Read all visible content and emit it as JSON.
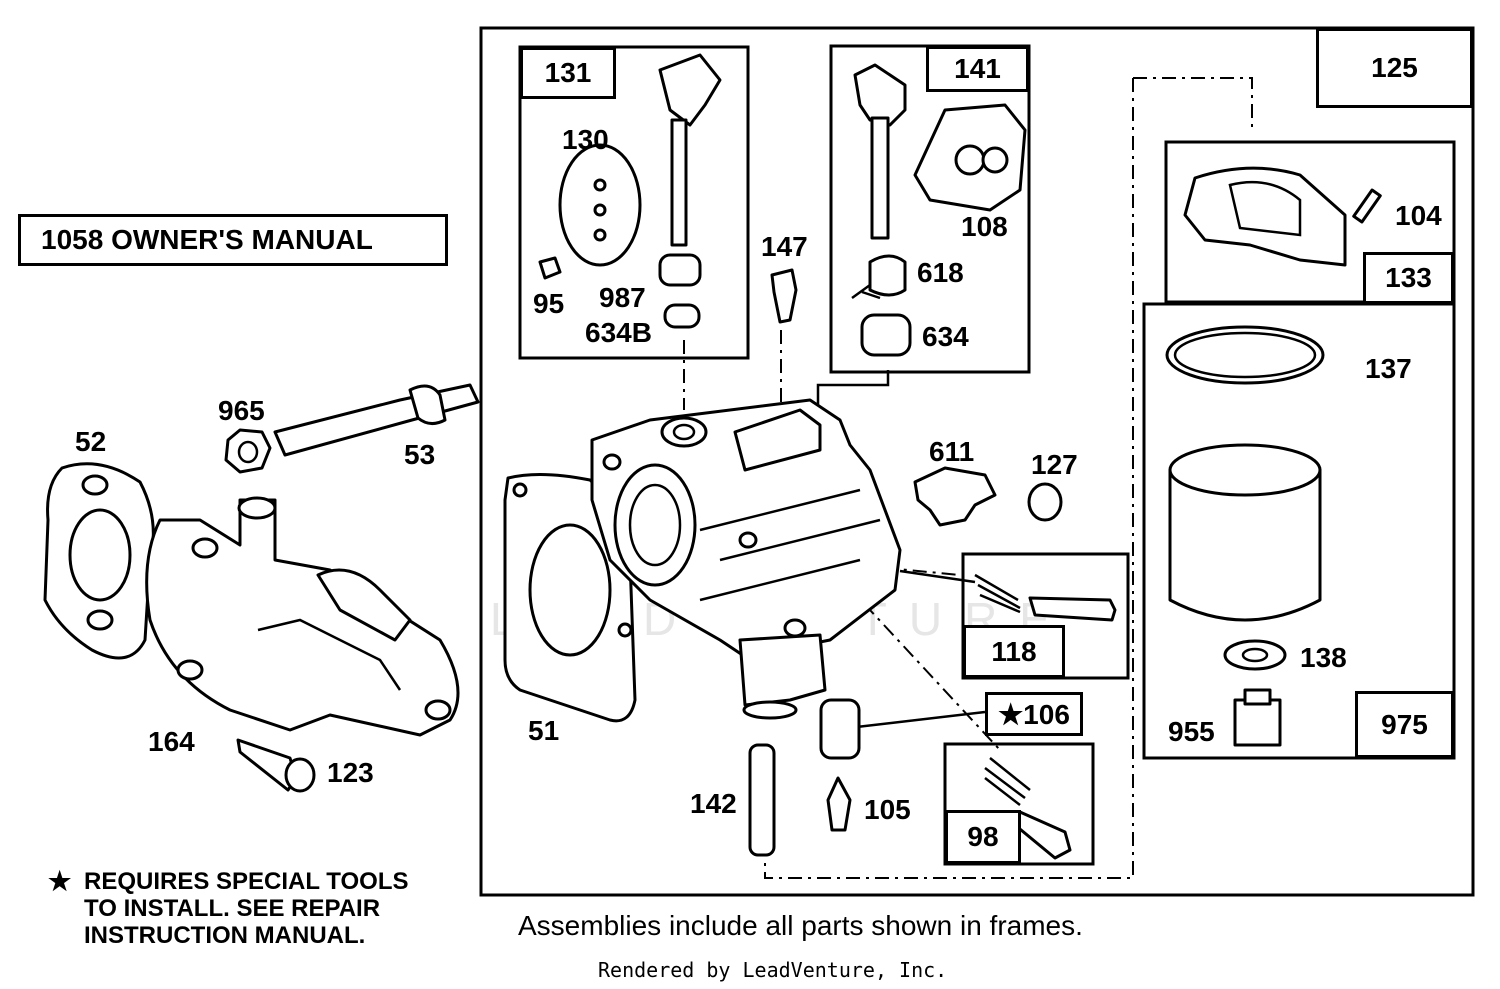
{
  "manual_label": "1058 OWNER'S MANUAL",
  "note": {
    "star": "★",
    "lines": [
      "REQUIRES SPECIAL TOOLS",
      "TO INSTALL.  SEE REPAIR",
      "INSTRUCTION MANUAL."
    ]
  },
  "footer": {
    "assemblies": "Assemblies include all parts shown in frames.",
    "rendered": "Rendered by LeadVenture, Inc."
  },
  "watermark": "LEADVENTURE",
  "frame_labels": {
    "f131": "131",
    "f141": "141",
    "f125": "125",
    "f133": "133",
    "f975": "975",
    "f118": "118",
    "f106": "★106",
    "f98": "98"
  },
  "callouts": {
    "c52": "52",
    "c965": "965",
    "c53": "53",
    "c164": "164",
    "c123": "123",
    "c130": "130",
    "c95": "95",
    "c987": "987",
    "c634b": "634B",
    "c147": "147",
    "c108": "108",
    "c618": "618",
    "c634": "634",
    "c611": "611",
    "c127": "127",
    "c104": "104",
    "c137": "137",
    "c138": "138",
    "c955": "955",
    "c51": "51",
    "c142": "142",
    "c105": "105"
  }
}
